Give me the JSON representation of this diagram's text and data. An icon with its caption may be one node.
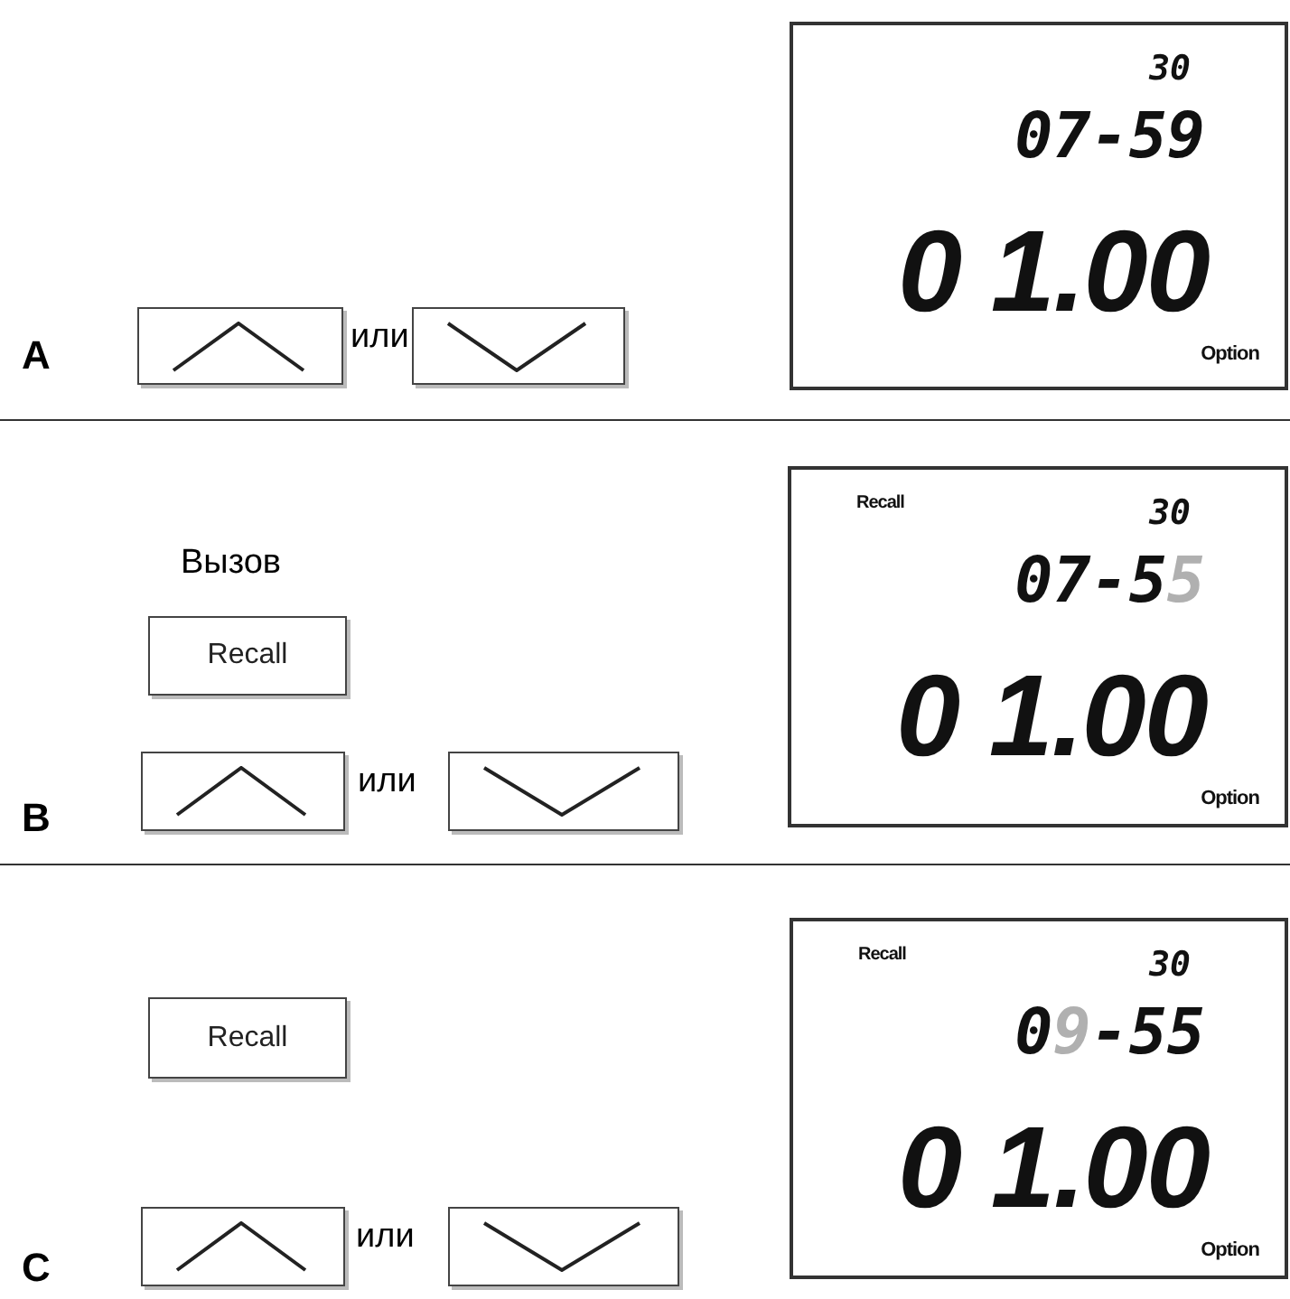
{
  "diagram": {
    "nodes": [
      {
        "text": [],
        "shape": "box"
      },
      {
        "text": [],
        "shape": "box"
      },
      {
        "text": [
          "30",
          "07-59",
          "0 1.00",
          "Option"
        ]
      },
      {
        "text": [
          "Recall",
          "30",
          "07-55",
          "0 1.00",
          "Option"
        ]
      },
      {
        "text": [
          "Recall"
        ]
      },
      {
        "text": [],
        "shape": "box"
      },
      {
        "text": [],
        "shape": "box"
      },
      {
        "text": [
          "Recall",
          "30",
          "09-55",
          "0 1.00",
          "Option"
        ]
      },
      {
        "text": [
          "Recall"
        ]
      },
      {
        "text": [],
        "shape": "box"
      },
      {
        "text": [],
        "shape": "box"
      }
    ],
    "edges": [],
    "labels": [
      "A",
      "или",
      "Вызов",
      "B",
      "или",
      "C",
      "или"
    ]
  }
}
